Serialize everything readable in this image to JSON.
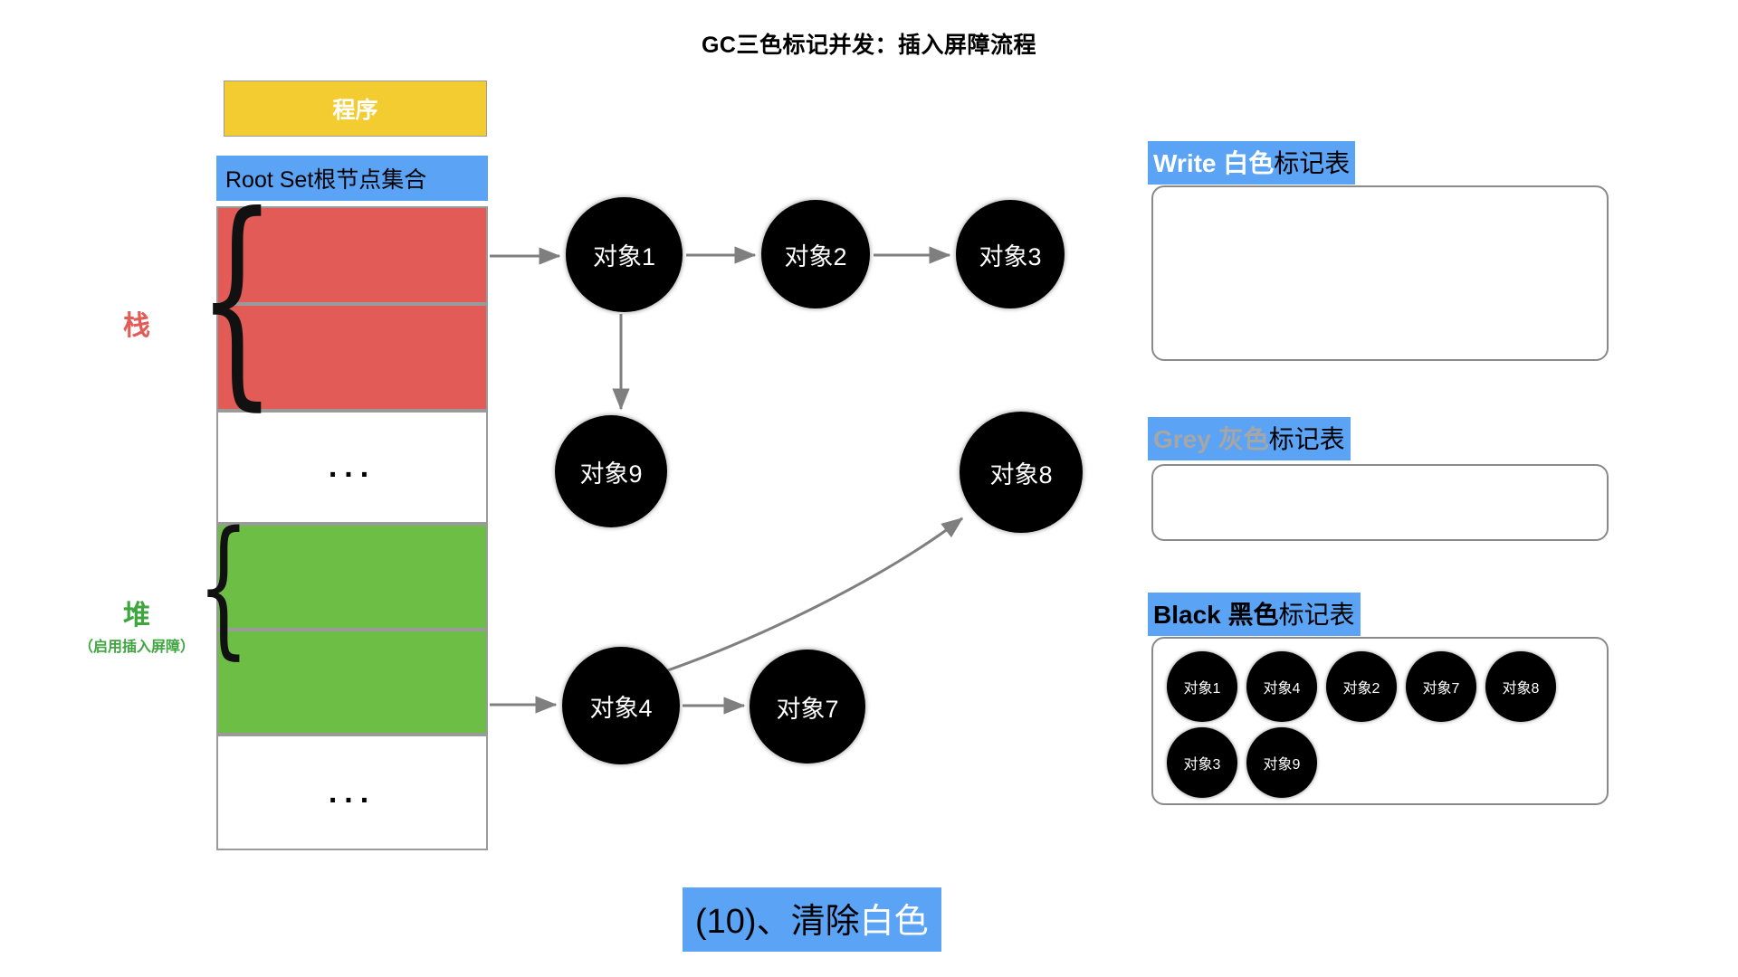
{
  "title": "GC三色标记并发：插入屏障流程",
  "left_panel": {
    "program_label": "程序",
    "rootset_label": "Root Set根节点集合",
    "stack_label": "栈",
    "heap_label": "堆",
    "heap_sublabel": "（启用插入屏障）",
    "cells": [
      {
        "id": "cell-0",
        "kind": "red",
        "text": ""
      },
      {
        "id": "cell-1",
        "kind": "red",
        "text": ""
      },
      {
        "id": "cell-2",
        "kind": "blank",
        "text": "..."
      },
      {
        "id": "cell-3",
        "kind": "green",
        "text": ""
      },
      {
        "id": "cell-4",
        "kind": "green",
        "text": ""
      },
      {
        "id": "cell-5",
        "kind": "blank",
        "text": "..."
      }
    ]
  },
  "graph": {
    "nodes": [
      {
        "id": "obj1",
        "label": "对象1"
      },
      {
        "id": "obj2",
        "label": "对象2"
      },
      {
        "id": "obj3",
        "label": "对象3"
      },
      {
        "id": "obj9",
        "label": "对象9"
      },
      {
        "id": "obj8",
        "label": "对象8"
      },
      {
        "id": "obj4",
        "label": "对象4"
      },
      {
        "id": "obj7",
        "label": "对象7"
      }
    ],
    "edges": [
      {
        "from": "stack-cell-0",
        "to": "obj1"
      },
      {
        "from": "obj1",
        "to": "obj2"
      },
      {
        "from": "obj2",
        "to": "obj3"
      },
      {
        "from": "obj1",
        "to": "obj9"
      },
      {
        "from": "stack-cell-4",
        "to": "obj4"
      },
      {
        "from": "obj4",
        "to": "obj7"
      },
      {
        "from": "obj4",
        "to": "obj8"
      }
    ]
  },
  "tables": [
    {
      "id": "white",
      "en": "Write",
      "cn_colored": " 白色",
      "cn_plain": "标记表",
      "items": []
    },
    {
      "id": "grey",
      "en": "Grey",
      "cn_colored": " 灰色",
      "cn_plain": "标记表",
      "items": []
    },
    {
      "id": "black",
      "en": "Black",
      "cn_colored": " 黑色",
      "cn_plain": "标记表",
      "items": [
        "对象1",
        "对象4",
        "对象2",
        "对象7",
        "对象8",
        "对象3",
        "对象9"
      ]
    }
  ],
  "caption": {
    "prefix": "(10)、清除",
    "highlight": "白色"
  },
  "colors": {
    "program_yellow": "#F2CC30",
    "rootset_blue": "#5BA3F5",
    "stack_red": "#E35B56",
    "heap_green": "#6CBE45",
    "node_black": "#000000",
    "edge_grey": "#7F7F7F",
    "grey_text": "#A6A6A6"
  }
}
